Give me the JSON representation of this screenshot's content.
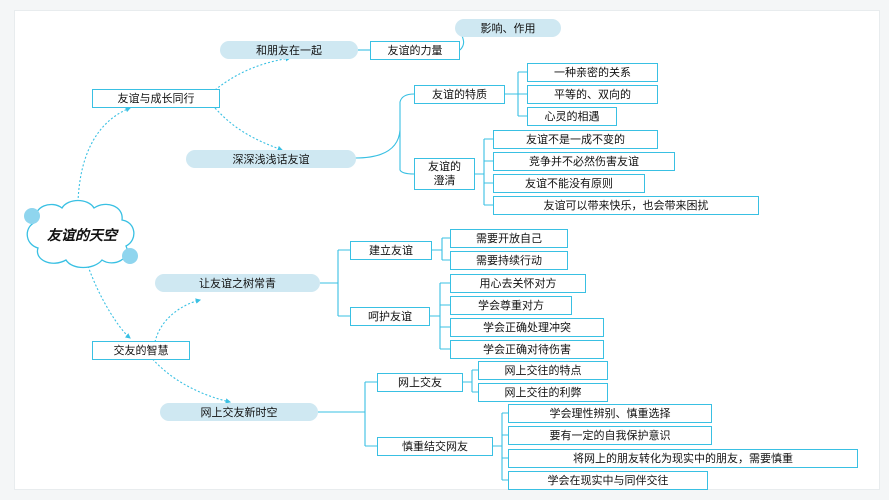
{
  "root": "友谊的天空",
  "branches": {
    "b1": "友谊与成长同行",
    "b1_sub1": "和朋友在一起",
    "b1_sub1_child": "友谊的力量",
    "b1_sub1_leaf": "影响、作用",
    "b1_sub2": "深深浅浅话友谊",
    "b1_sub2_c1": "友谊的特质",
    "b1_sub2_c1_items": [
      "一种亲密的关系",
      "平等的、双向的",
      "心灵的相遇"
    ],
    "b1_sub2_c2": "友谊的澄清",
    "b1_sub2_c2_items": [
      "友谊不是一成不变的",
      "竞争并不必然伤害友谊",
      "友谊不能没有原则",
      "友谊可以带来快乐，也会带来困扰"
    ],
    "b2": "交友的智慧",
    "b2_sub1": "让友谊之树常青",
    "b2_sub1_c1": "建立友谊",
    "b2_sub1_c1_items": [
      "需要开放自己",
      "需要持续行动"
    ],
    "b2_sub1_c2": "呵护友谊",
    "b2_sub1_c2_items": [
      "用心去关怀对方",
      "学会尊重对方",
      "学会正确处理冲突",
      "学会正确对待伤害"
    ],
    "b2_sub2": "网上交友新时空",
    "b2_sub2_c1": "网上交友",
    "b2_sub2_c1_items": [
      "网上交往的特点",
      "网上交往的利弊"
    ],
    "b2_sub2_c2": "慎重结交网友",
    "b2_sub2_c2_items": [
      "学会理性辨别、慎重选择",
      "要有一定的自我保护意识",
      "将网上的朋友转化为现实中的朋友，需要慎重",
      "学会在现实中与同伴交往"
    ]
  }
}
